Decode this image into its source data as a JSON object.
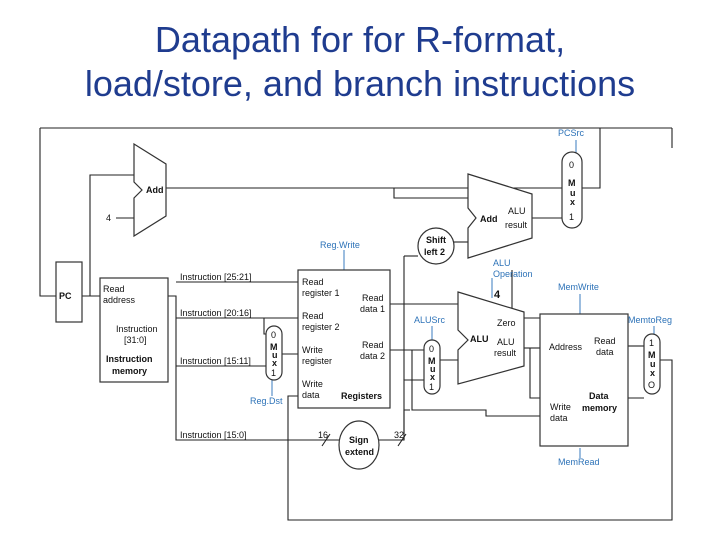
{
  "title": {
    "line1": "Datapath for for R-format,",
    "line2": "load/store, and branch instructions"
  },
  "colors": {
    "title": "#1f3c8f",
    "control": "#2e73b8",
    "wire": "#222222"
  },
  "blocks": {
    "pc": "PC",
    "add_top": "Add",
    "add_alu": "Add",
    "add_alu_result1": "ALU",
    "add_alu_result2": "result",
    "shift_left2_1": "Shift",
    "shift_left2_2": "left 2",
    "instr_mem": {
      "read_address1": "Read",
      "read_address2": "address",
      "instruction1": "Instruction",
      "instruction2": "[31:0]",
      "name1": "Instruction",
      "name2": "memory"
    },
    "registers": {
      "read_reg1_a": "Read",
      "read_reg1_b": "register 1",
      "read_reg2_a": "Read",
      "read_reg2_b": "register 2",
      "write_reg_a": "Write",
      "write_reg_b": "register",
      "write_data_a": "Write",
      "write_data_b": "data",
      "read_data1_a": "Read",
      "read_data1_b": "data 1",
      "read_data2_a": "Read",
      "read_data2_b": "data 2",
      "name": "Registers"
    },
    "alu": {
      "name": "ALU",
      "zero": "Zero",
      "result1": "ALU",
      "result2": "result"
    },
    "data_mem": {
      "address": "Address",
      "read_data1": "Read",
      "read_data2": "data",
      "write_data1": "Write",
      "write_data2": "data",
      "name1": "Data",
      "name2": "memory"
    },
    "sign_extend1": "Sign",
    "sign_extend2": "extend"
  },
  "mux": {
    "zero": "0",
    "one": "1",
    "m": "M",
    "u": "u",
    "x": "x",
    "o": "O"
  },
  "labels": {
    "four": "4",
    "instr_25_21": "Instruction [25:21]",
    "instr_20_16": "Instruction [20:16]",
    "instr_15_11": "Instruction [15:11]",
    "instr_15_0": "Instruction [15:0]",
    "bits16": "16",
    "bits32": "32",
    "alu_op_val": "4"
  },
  "control": {
    "pcsrc": "PCSrc",
    "regwrite": "Reg.Write",
    "alu_operation1": "ALU",
    "alu_operation2": "Operation",
    "alusrc": "ALUSrc",
    "memwrite": "MemWrite",
    "memtoreg": "MemtoReg",
    "regdst": "Reg.Dst",
    "memread": "MemRead"
  }
}
